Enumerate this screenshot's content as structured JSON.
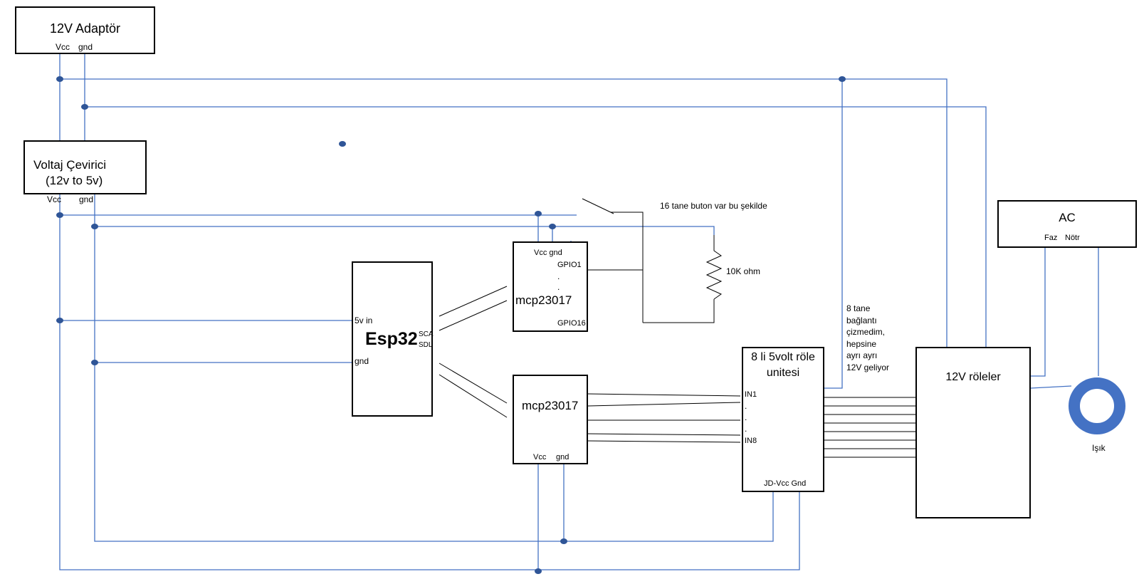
{
  "adaptor": {
    "title": "12V Adaptör",
    "vcc": "Vcc",
    "gnd": "gnd"
  },
  "converter": {
    "title_line1": "Voltaj Çevirici",
    "title_line2": "(12v to 5v)",
    "vcc": "Vcc",
    "gnd": "gnd"
  },
  "esp32": {
    "title": "Esp32",
    "vin": "5v in",
    "gnd": "gnd",
    "sca": "SCA",
    "sdl": "SDL"
  },
  "mcp_top": {
    "title": "mcp23017",
    "vcc_gnd": "Vcc gnd",
    "gpio1": "GPIO1",
    "dot1": ".",
    "dot2": ".",
    "gpio16": "GPIO16"
  },
  "mcp_bottom": {
    "title": "mcp23017",
    "vcc": "Vcc",
    "gnd": "gnd"
  },
  "button_note": "16 tane buton var bu şekilde",
  "resistor_label": "10K ohm",
  "relay_unit": {
    "title_line1": "8 li 5volt röle",
    "title_line2": "unitesi",
    "in1": "IN1",
    "dot1": ".",
    "dot2": ".",
    "dot3": ".",
    "in8": "IN8",
    "power": "JD-Vcc Gnd"
  },
  "connection_note": [
    "8 tane",
    "bağlantı",
    "çizmedim,",
    "hepsine",
    "ayrı ayrı",
    "12V geliyor"
  ],
  "relays_12v": {
    "title": "12V röleler"
  },
  "ac": {
    "title": "AC",
    "faz": "Faz",
    "notr": "Nötr"
  },
  "light": {
    "label": "Işık"
  },
  "colors": {
    "wire": "#4472c4",
    "node": "#2f5597",
    "lamp": "#4472c4",
    "box_border": "#000000"
  }
}
